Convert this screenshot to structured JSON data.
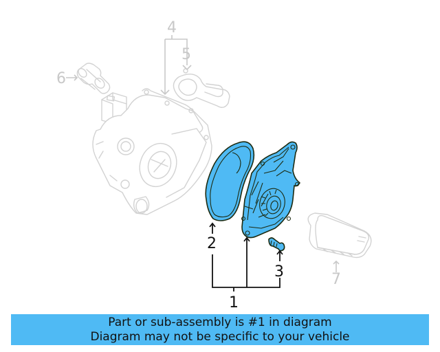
{
  "diagram": {
    "callouts": [
      {
        "number": "1",
        "label": "1",
        "highlighted": true
      },
      {
        "number": "2",
        "label": "2",
        "highlighted": true
      },
      {
        "number": "3",
        "label": "3",
        "highlighted": true
      },
      {
        "number": "4",
        "label": "4",
        "highlighted": false
      },
      {
        "number": "5",
        "label": "5",
        "highlighted": false
      },
      {
        "number": "6",
        "label": "6",
        "highlighted": false
      },
      {
        "number": "7",
        "label": "7",
        "highlighted": false
      }
    ],
    "highlight_color": "#4fbaf4",
    "ghost_color": "#d2d2d2"
  },
  "banner": {
    "line1": "Part or sub-assembly is #1 in diagram",
    "line2": "Diagram may not be specific to your vehicle",
    "background": "#4fbaf4"
  }
}
